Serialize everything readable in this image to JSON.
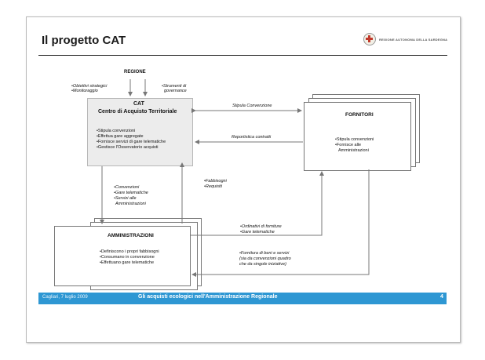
{
  "header": {
    "title": "Il progetto CAT",
    "logo_text": "REGIONE AUTONOMA DELLA SARDEGNA"
  },
  "regione": {
    "title": "REGIONE",
    "left_items": [
      "•Obiettivi strategici",
      "•Monitoraggio"
    ],
    "right_items": [
      "•Strumenti di",
      "governance"
    ]
  },
  "cat": {
    "title_line1": "CAT",
    "title_line2": "Centro di Acquisto Territoriale",
    "items": [
      "•Stipula convenzioni",
      "•Effettua gare aggregate",
      "•Fornisce servizi di gare telematiche",
      "•Gestisce l'Osservatorio acquisti"
    ]
  },
  "fornitori": {
    "title": "FORNITORI",
    "items": [
      "•Stipula convenzioni",
      "•Fornisce alle",
      "Amministrazioni"
    ]
  },
  "amministrazioni": {
    "title": "AMMINISTRAZIONI",
    "items": [
      "•Definiscono i propri fabbisogni",
      "•Consumano in convenzione",
      "•Effettuano gare telematiche"
    ]
  },
  "flows": {
    "stipula": "Stipula Convenzione",
    "reportistica": "Reportistica contratti",
    "cat_to_amm": [
      "•Convenzioni",
      "•Gare telematiche",
      "•Servizi alle",
      "Amministrazioni"
    ],
    "amm_to_cat": [
      "•Fabbisogni",
      "•Requisiti"
    ],
    "amm_to_forn": [
      "•Ordinativi di forniture",
      "•Gare telematiche"
    ],
    "forn_to_amm": [
      "•Fornitura di beni e servizi",
      "(sia da convenzioni quadro",
      "che da singole iniziative)"
    ]
  },
  "footer": {
    "date": "Cagliari, 7 luglio 2009",
    "title": "Gli acquisti ecologici nell'Amministrazione Regionale",
    "page": "4",
    "bar_color": "#2e97d3"
  }
}
